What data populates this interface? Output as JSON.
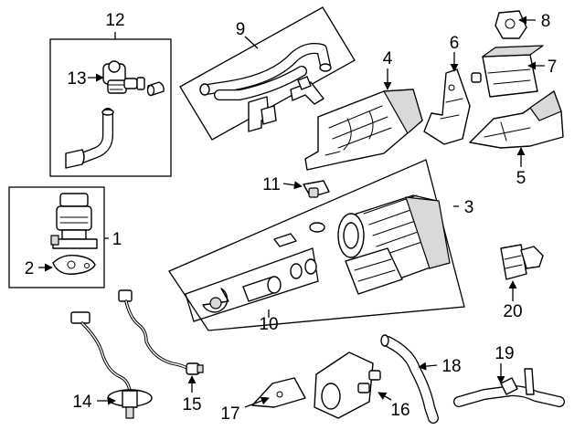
{
  "callouts": {
    "c1": "1",
    "c2": "2",
    "c3": "3",
    "c4": "4",
    "c5": "5",
    "c6": "6",
    "c7": "7",
    "c8": "8",
    "c9": "9",
    "c10": "10",
    "c11": "11",
    "c12": "12",
    "c13": "13",
    "c14": "14",
    "c15": "15",
    "c16": "16",
    "c17": "17",
    "c18": "18",
    "c19": "19",
    "c20": "20"
  },
  "colors": {
    "line": "#000000",
    "background": "#ffffff",
    "shading": "#d9d9d9"
  }
}
